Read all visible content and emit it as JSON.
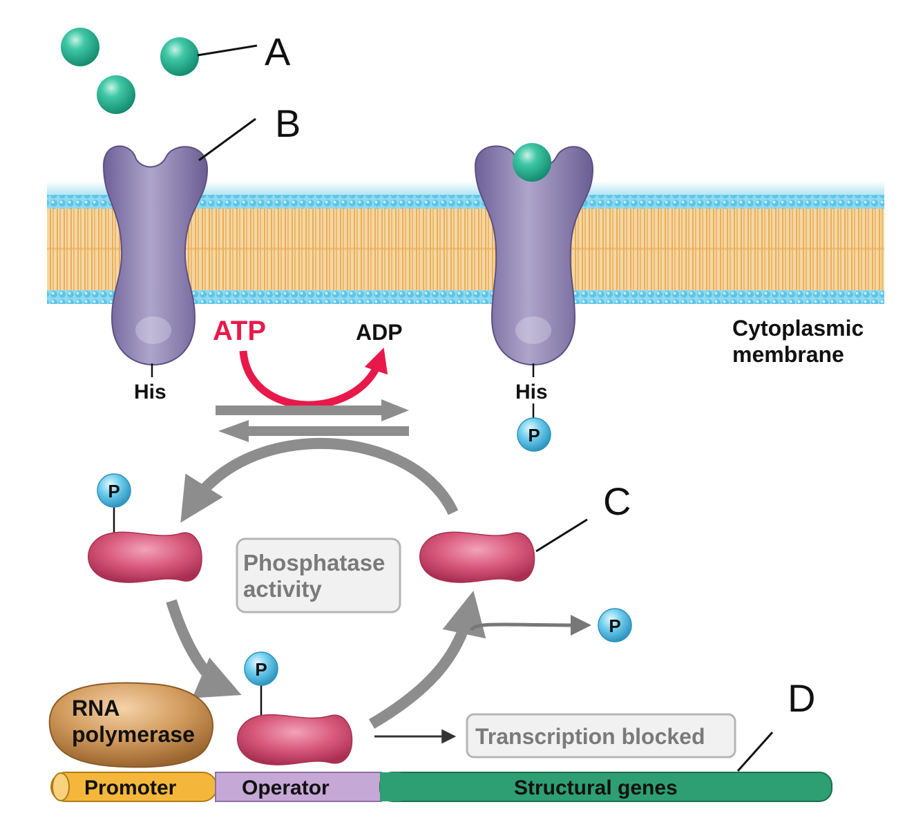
{
  "labels": {
    "a": "A",
    "b": "B",
    "c": "C",
    "d": "D"
  },
  "membrane_label_line1": "Cytoplasmic",
  "membrane_label_line2": "membrane",
  "atp": "ATP",
  "adp": "ADP",
  "his_left": "His",
  "his_right": "His",
  "phosphate": "P",
  "phosphatase_line1": "Phosphatase",
  "phosphatase_line2": "activity",
  "rna_polymerase_line1": "RNA",
  "rna_polymerase_line2": "polymerase",
  "transcription_blocked": "Transcription blocked",
  "dna": {
    "promoter": "Promoter",
    "operator": "Operator",
    "structural_genes": "Structural genes"
  },
  "colors": {
    "signal_molecule": "#2bb89a",
    "sensor_kinase": "#8a7fae",
    "response_regulator": "#d24f72",
    "phosphate": "#5ec4e6",
    "atp": "#e8194a",
    "membrane_head": "#7fd3ec",
    "membrane_tail": "#f4c98a",
    "promoter": "#f5b73b",
    "operator": "#c5a8d6",
    "structural_genes": "#2e9e73",
    "rna_polymerase": "#c98d4e",
    "arrow": "#8d8d8d"
  }
}
